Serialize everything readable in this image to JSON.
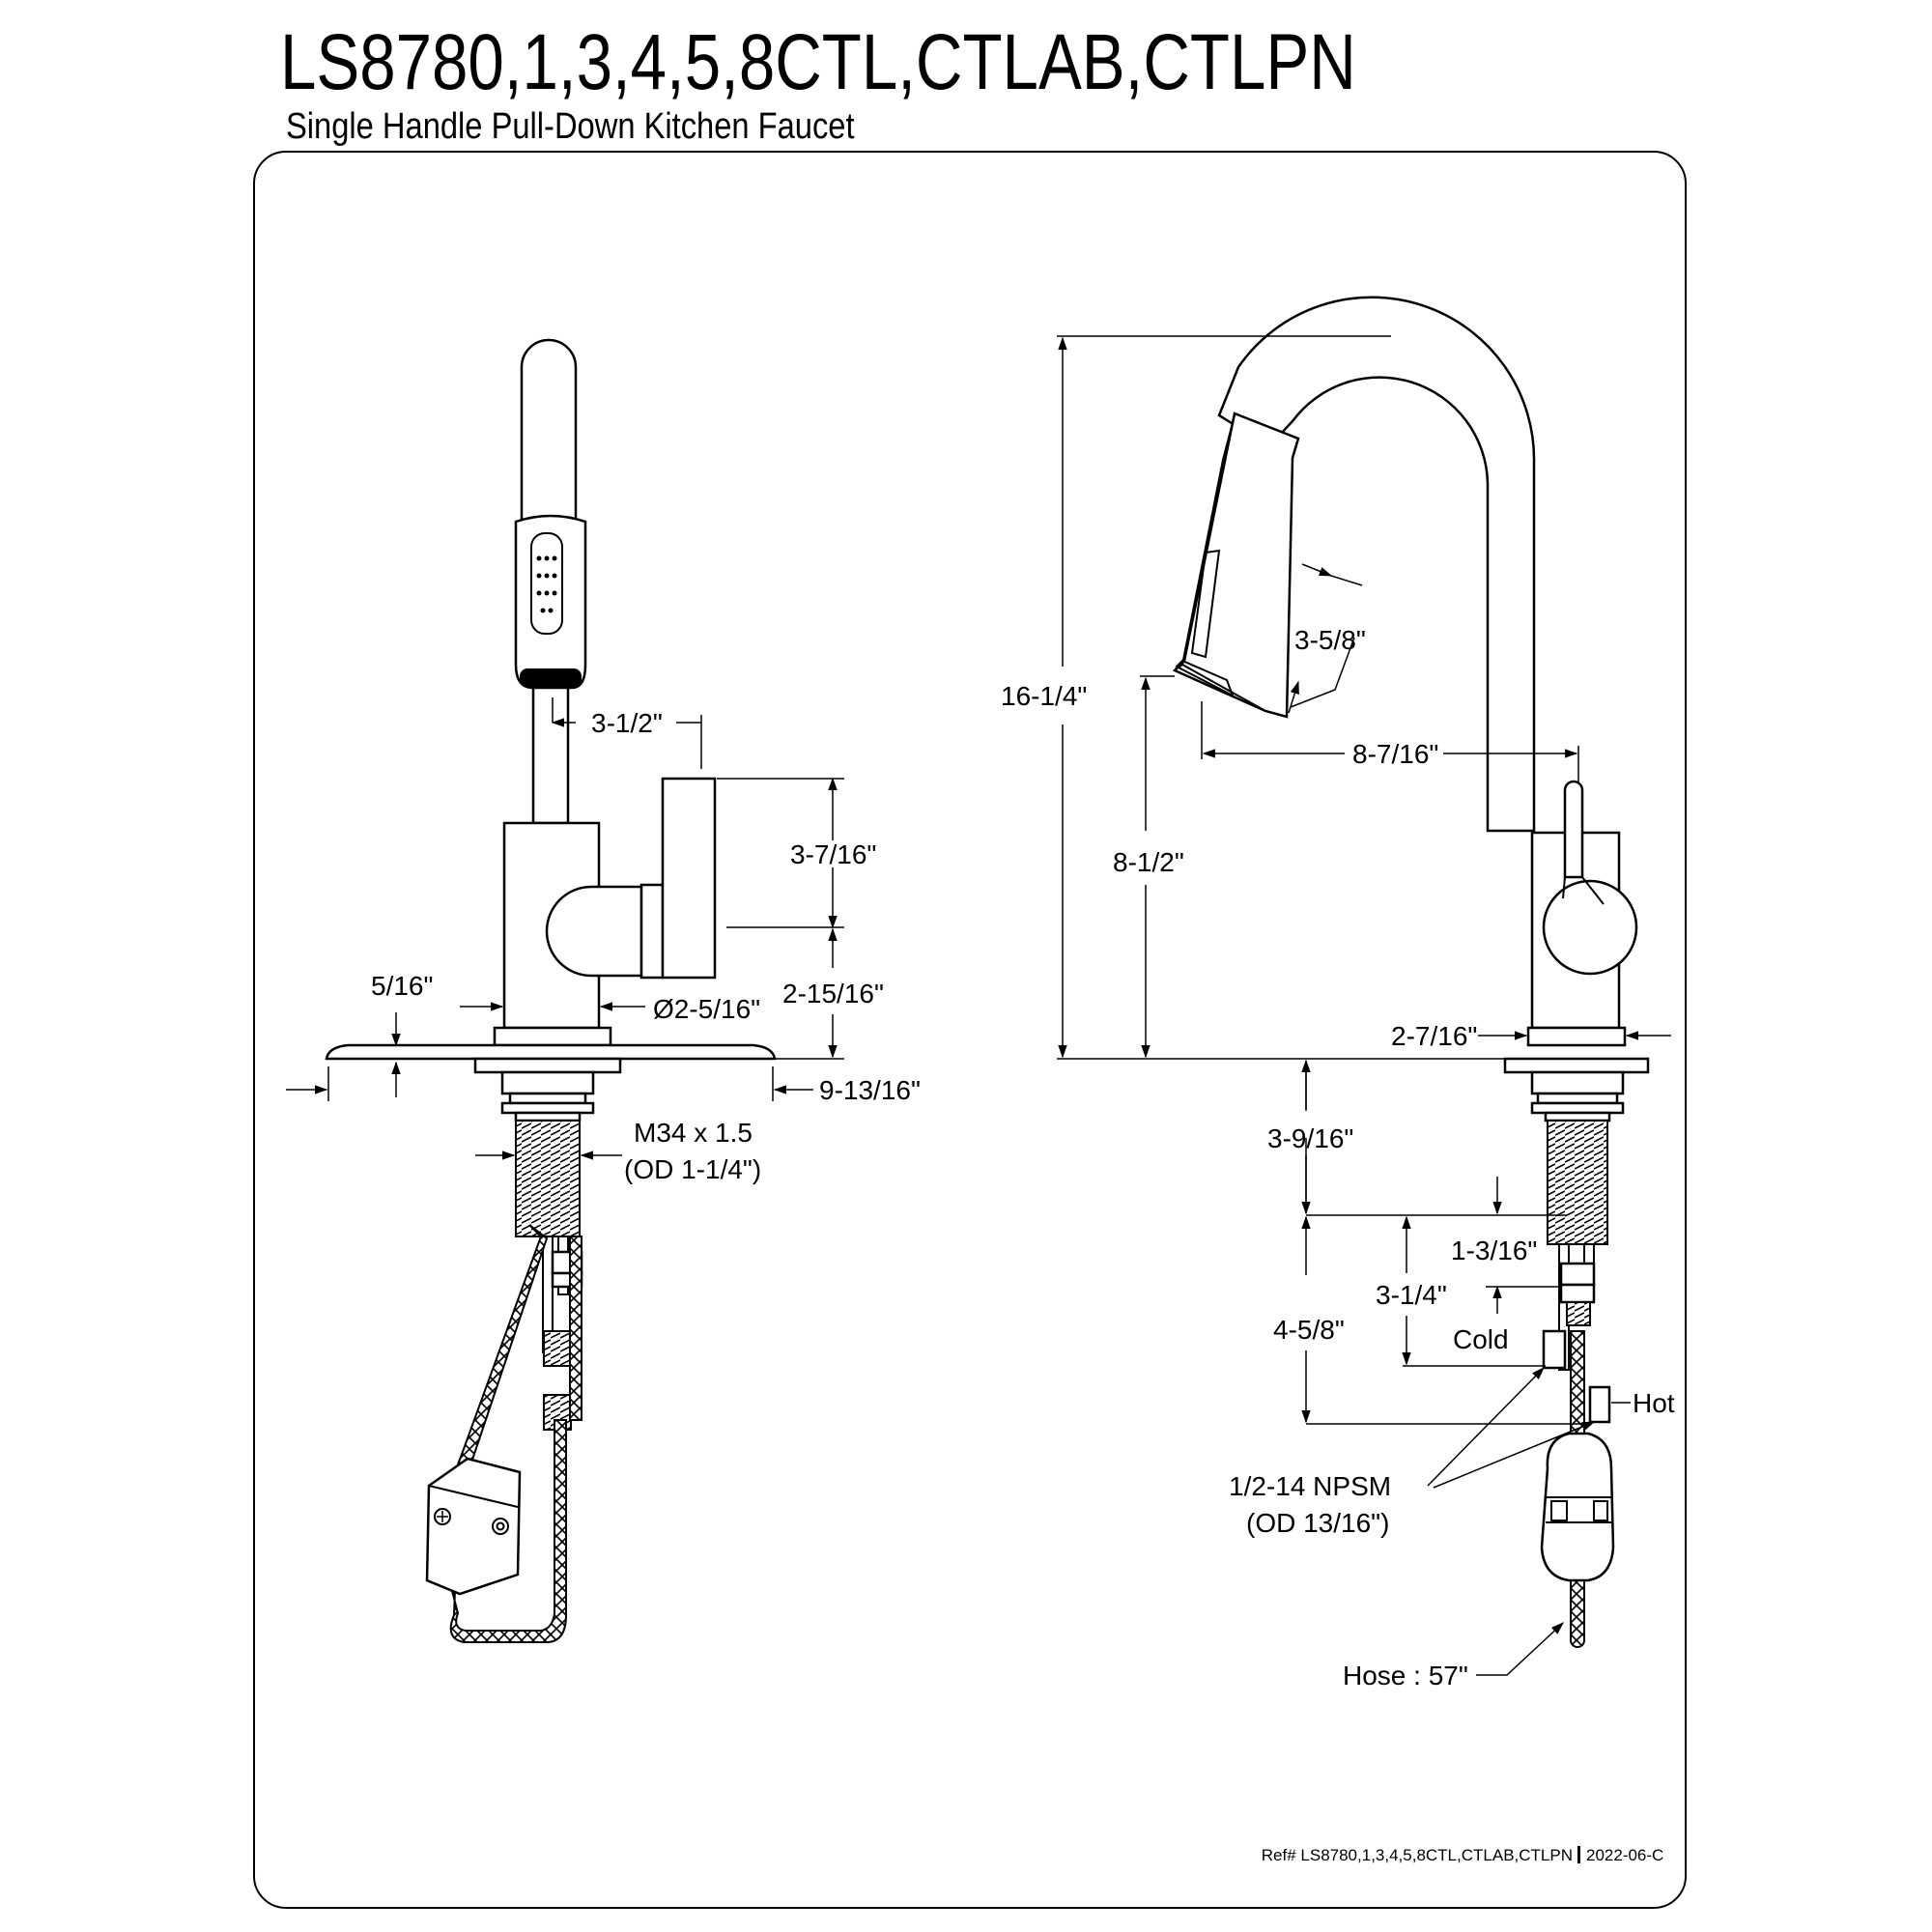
{
  "header": {
    "title": "LS8780,1,3,4,5,8CTL,CTLAB,CTLPN",
    "subtitle": "Single Handle Pull-Down Kitchen Faucet"
  },
  "front_view": {
    "spout_to_handle": "3-1/2\"",
    "handle_height": "3-7/16\"",
    "handle_center_height": "2-15/16\"",
    "plate_thickness": "5/16\"",
    "base_diameter": "Ø2-5/16\"",
    "plate_width": "9-13/16\"",
    "shank_thread": "M34 x 1.5",
    "shank_od": "(OD 1-1/4\")"
  },
  "side_view": {
    "overall_height": "16-1/4\"",
    "spray_head_length": "3-5/8\"",
    "spout_reach": "8-7/16\"",
    "spout_clearance": "8-1/2\"",
    "base_width": "2-7/16\"",
    "shank_length": "3-9/16\"",
    "connector_height": "1-3/16\"",
    "cold_length": "3-1/4\"",
    "hot_length": "4-5/8\"",
    "cold_label": "Cold",
    "hot_label": "Hot",
    "supply_thread": "1/2-14 NPSM",
    "supply_od": "(OD 13/16\")",
    "hose_length": "Hose : 57\""
  },
  "footer": {
    "ref": "Ref# LS8780,1,3,4,5,8CTL,CTLAB,CTLPN",
    "revision": "2022-06-C"
  }
}
